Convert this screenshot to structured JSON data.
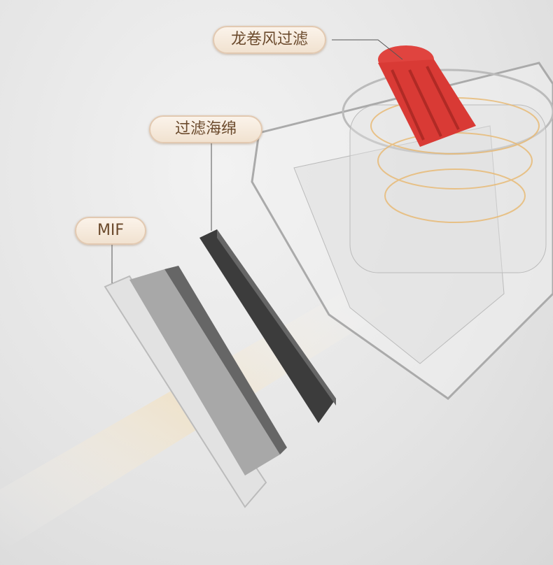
{
  "labels": {
    "cyclone": "龙卷风过滤",
    "sponge": "过滤海绵",
    "mif": "MIF"
  },
  "colors": {
    "accent": "#e0443f",
    "label_text": "#6b4a2c",
    "label_bg": "#f6eadc"
  }
}
